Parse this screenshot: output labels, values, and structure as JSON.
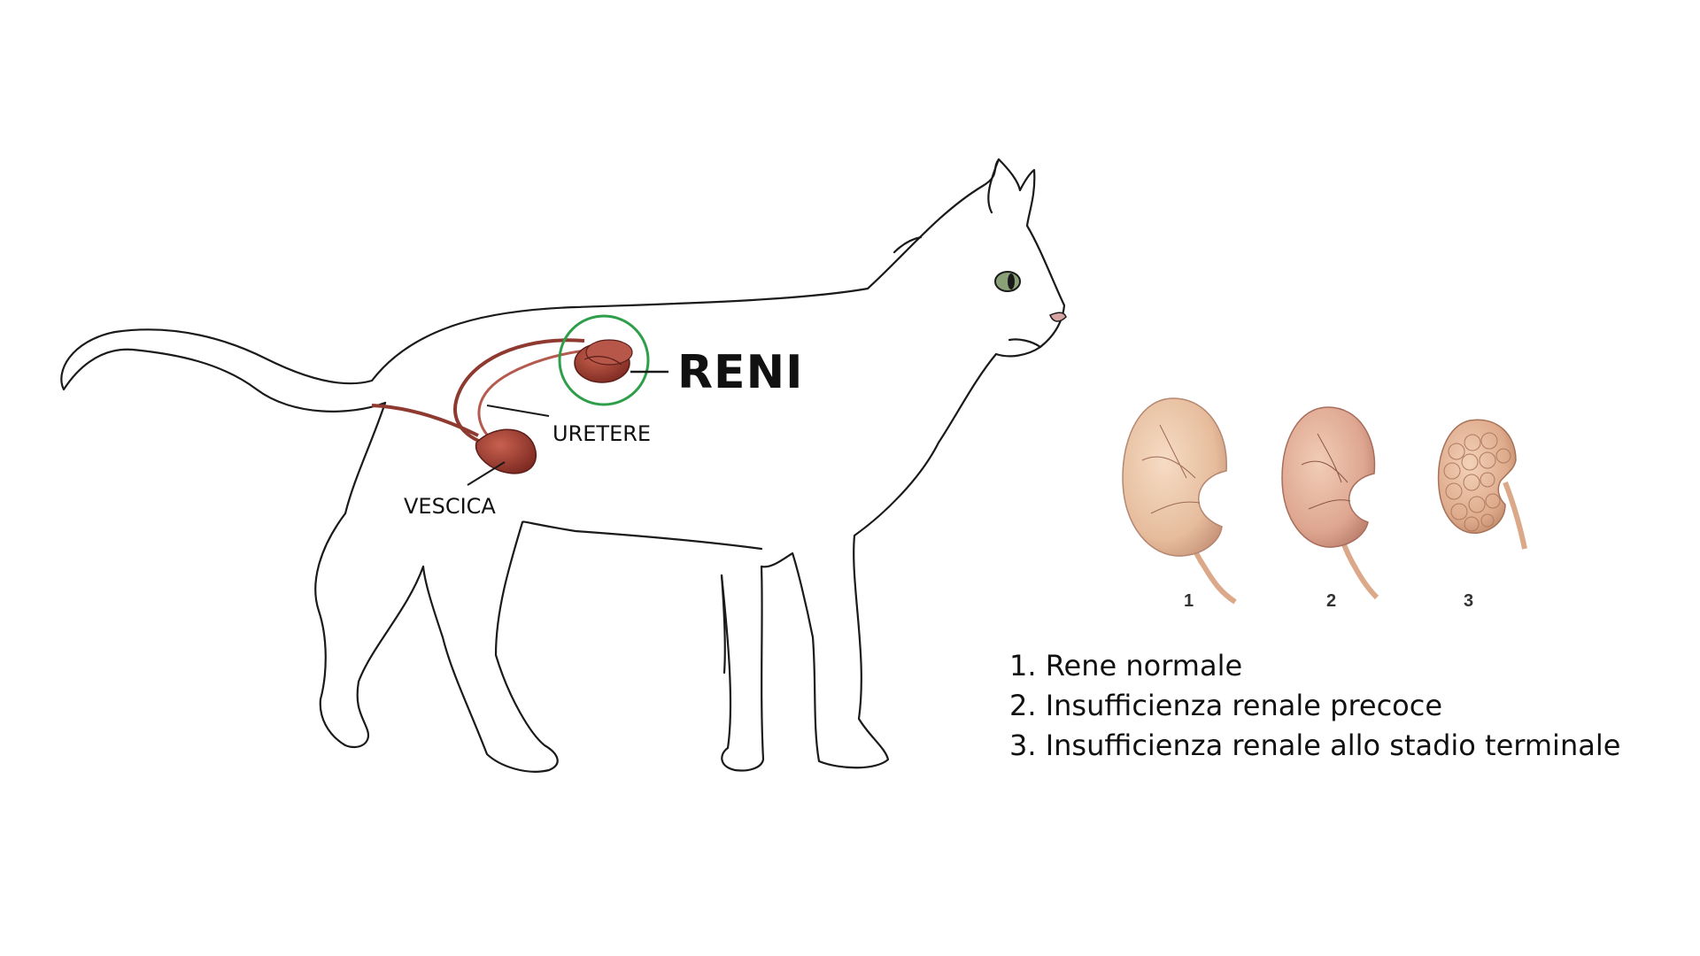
{
  "labels": {
    "kidneys": "RENI",
    "ureter": "URETERE",
    "bladder": "VESCICA"
  },
  "kidney_stages": [
    {
      "number": "1"
    },
    {
      "number": "2"
    },
    {
      "number": "3"
    }
  ],
  "legend": [
    "1. Rene normale",
    "2. Insufficienza renale precoce",
    "3. Insufficienza renale allo stadio terminale"
  ],
  "colors": {
    "organ": "#9e3a30",
    "highlight_circle": "#2e9e4a",
    "outline": "#1a1a1a",
    "kidney_healthy": "#e9c3a4",
    "kidney_early": "#e2b09a",
    "kidney_end_stage": "#e2b59a"
  },
  "icons": [
    "cat-silhouette-icon",
    "kidney-icon",
    "bladder-icon"
  ]
}
